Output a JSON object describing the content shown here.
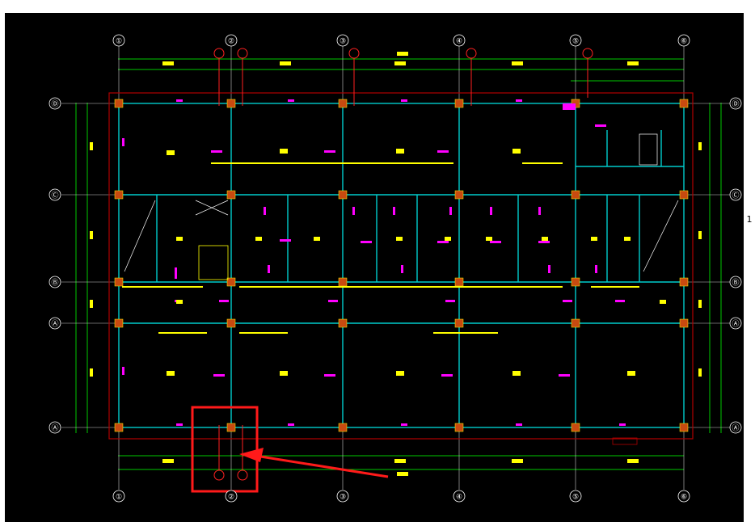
{
  "colors": {
    "background": "#000000",
    "dimension": "#00c800",
    "grid_axis": "#ffffff",
    "beam": "#00cccc",
    "wall": "#b00000",
    "column": "#c84a10",
    "magenta_label": "#ff00ff",
    "yellow_label": "#ffff00",
    "highlight": "#ff1a1a"
  },
  "axes_top": [
    "①",
    "②",
    "③",
    "④",
    "⑤",
    "⑥"
  ],
  "axes_bottom": [
    "①",
    "②",
    "③",
    "④",
    "⑤",
    "⑥"
  ],
  "axes_left": [
    "Ⓓ",
    "Ⓒ",
    "Ⓑ",
    "Ⓐ",
    "Ⓐ"
  ],
  "axes_right": [
    "Ⓓ",
    "Ⓒ",
    "Ⓑ",
    "Ⓐ",
    "Ⓐ"
  ],
  "side_tab_label": "1"
}
